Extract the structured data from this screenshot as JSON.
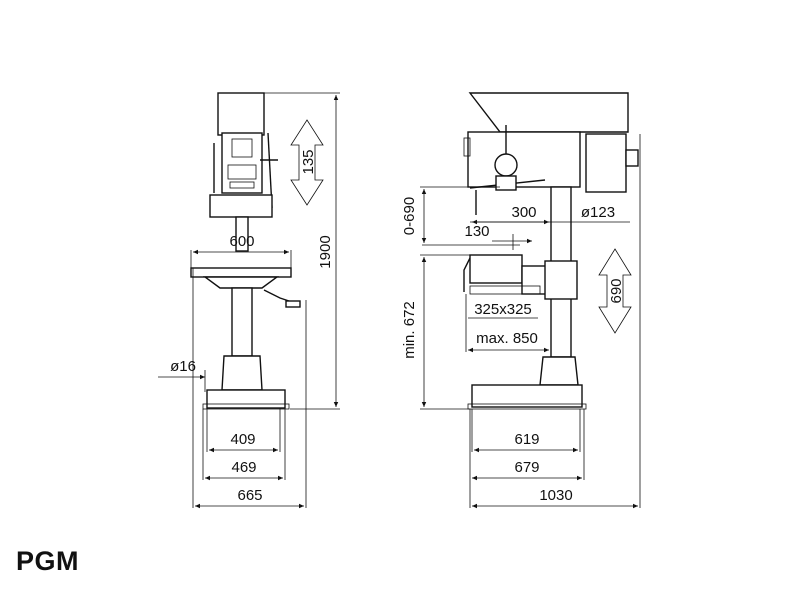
{
  "title": "PGM",
  "front_view": {
    "dims": {
      "width_total": "665",
      "base_outer": "469",
      "base_inner": "409",
      "table": "600",
      "slot": "ø16",
      "height": "1900",
      "stroke": "135"
    }
  },
  "side_view": {
    "dims": {
      "length_total": "1030",
      "base_outer": "679",
      "base_inner": "619",
      "reach": "300",
      "column": "ø123",
      "spindle_range": "0-690",
      "table_offset": "130",
      "table_size": "325x325",
      "max_reach": "max. 850",
      "min_height": "min. 672",
      "table_travel": "690"
    }
  }
}
